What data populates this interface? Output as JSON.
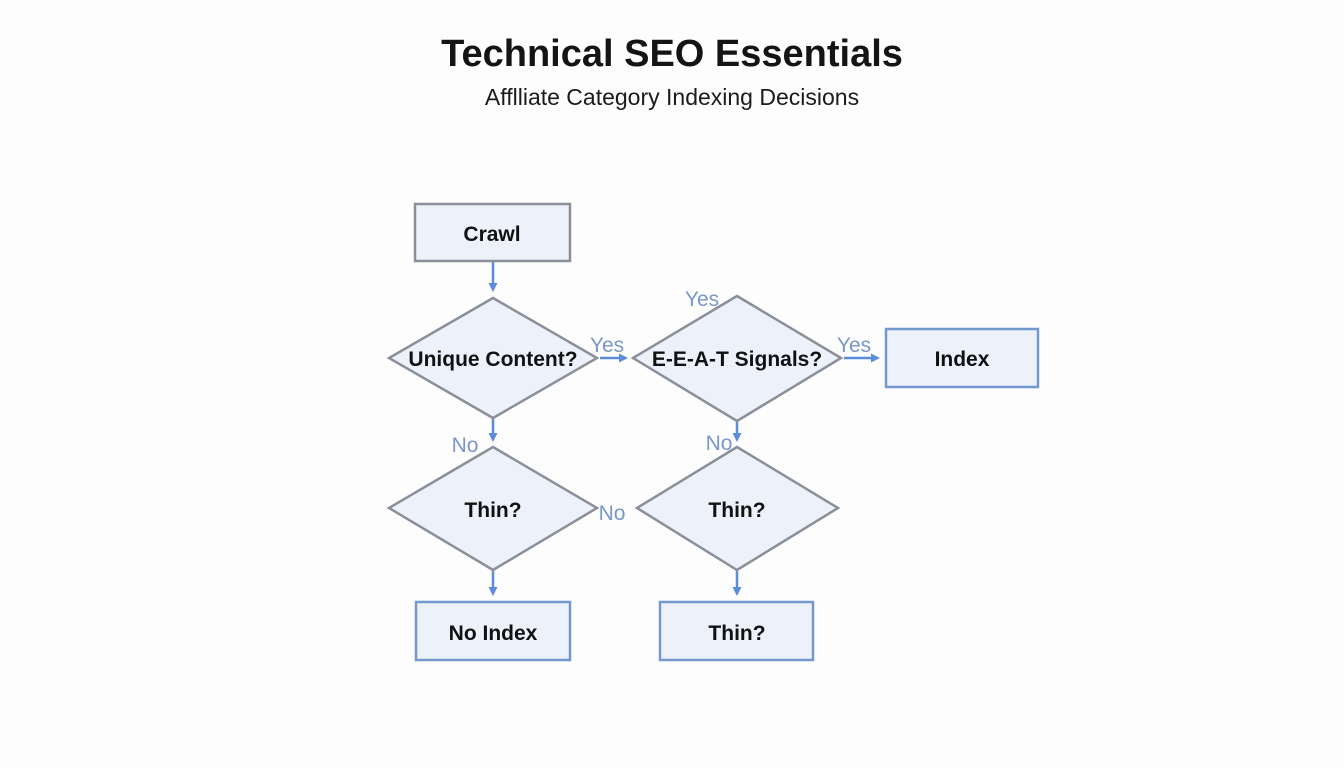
{
  "header": {
    "title": "Technical SEO Essentials",
    "subtitle": "Afflliate Category Indexing Decisions"
  },
  "flowchart": {
    "nodes": {
      "crawl": {
        "label": "Crawl",
        "shape": "rectangle"
      },
      "unique_content": {
        "label": "Unique Content?",
        "shape": "diamond"
      },
      "eeat": {
        "label": "E-E-A-T Signals?",
        "shape": "diamond"
      },
      "index": {
        "label": "Index",
        "shape": "rectangle"
      },
      "thin_left": {
        "label": "Thin?",
        "shape": "diamond"
      },
      "thin_right": {
        "label": "Thin?",
        "shape": "diamond"
      },
      "no_index": {
        "label": "No Index",
        "shape": "rectangle"
      },
      "thin_result": {
        "label": "Thin?",
        "shape": "rectangle"
      }
    },
    "edge_labels": {
      "unique_to_eeat": "Yes",
      "eeat_top": "Yes",
      "eeat_to_index": "Yes",
      "unique_to_thin": "No",
      "eeat_to_thin": "No",
      "between_thins": "No"
    },
    "colors": {
      "background": "#fdfdfe",
      "node_fill": "#edf1f9",
      "gray_border": "#8a9099",
      "blue_border": "#7498cd",
      "arrow": "#5b8ddb",
      "edge_label": "#7a97c9",
      "node_text": "#111111"
    }
  }
}
